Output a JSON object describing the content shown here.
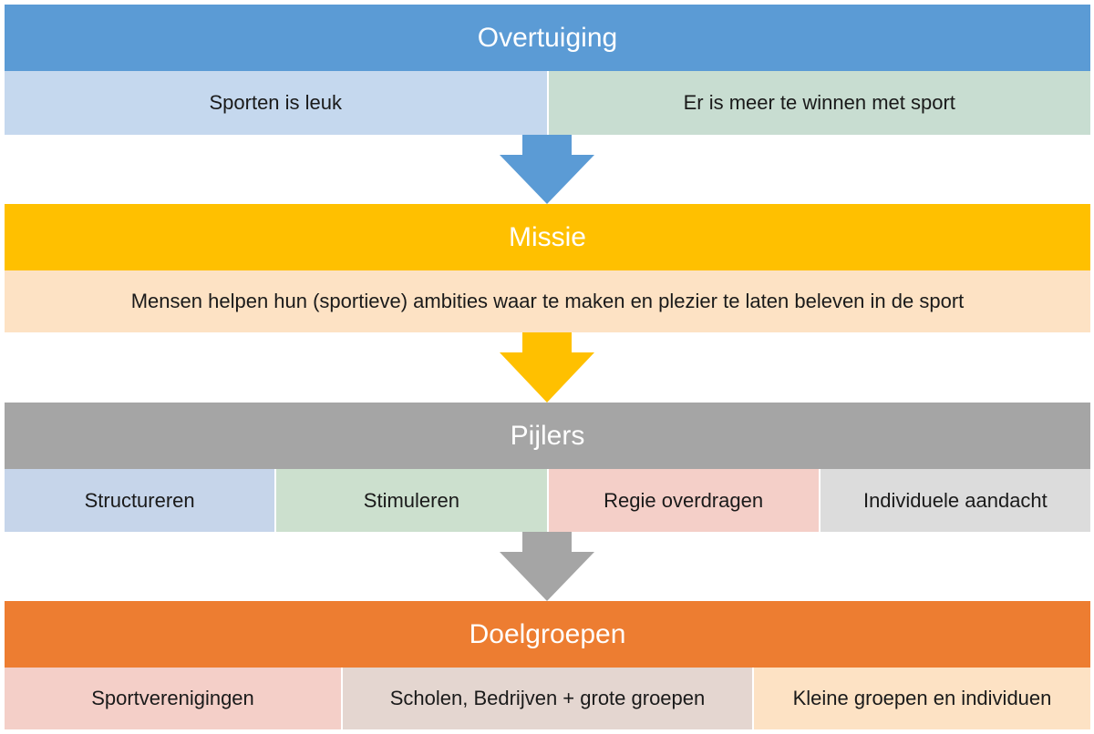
{
  "colors": {
    "overtuiging": "#5B9BD5",
    "missie": "#FFC000",
    "pijlers": "#A5A5A5",
    "doelgroepen": "#ED7D31"
  },
  "sections": [
    {
      "title": "Overtuiging",
      "items": [
        "Sporten is leuk",
        "Er is meer te winnen met sport"
      ],
      "item_colors": [
        "#C5D8EE",
        "#C8DDD1"
      ]
    },
    {
      "title": "Missie",
      "items": [
        "Mensen helpen hun (sportieve) ambities waar te maken en plezier te laten beleven in de sport"
      ],
      "item_colors": [
        "#FDE2C4"
      ]
    },
    {
      "title": "Pijlers",
      "items": [
        "Structureren",
        "Stimuleren",
        "Regie overdragen",
        "Individuele aandacht"
      ],
      "item_colors": [
        "#C6D5EA",
        "#CCE0CE",
        "#F4CFC8",
        "#DCDCDC"
      ]
    },
    {
      "title": "Doelgroepen",
      "items": [
        "Sportverenigingen",
        "Scholen, Bedrijven + grote groepen",
        "Kleine groepen en individuen"
      ],
      "item_colors": [
        "#F4CFC8",
        "#E4D6D0",
        "#FDE2C4"
      ]
    }
  ]
}
